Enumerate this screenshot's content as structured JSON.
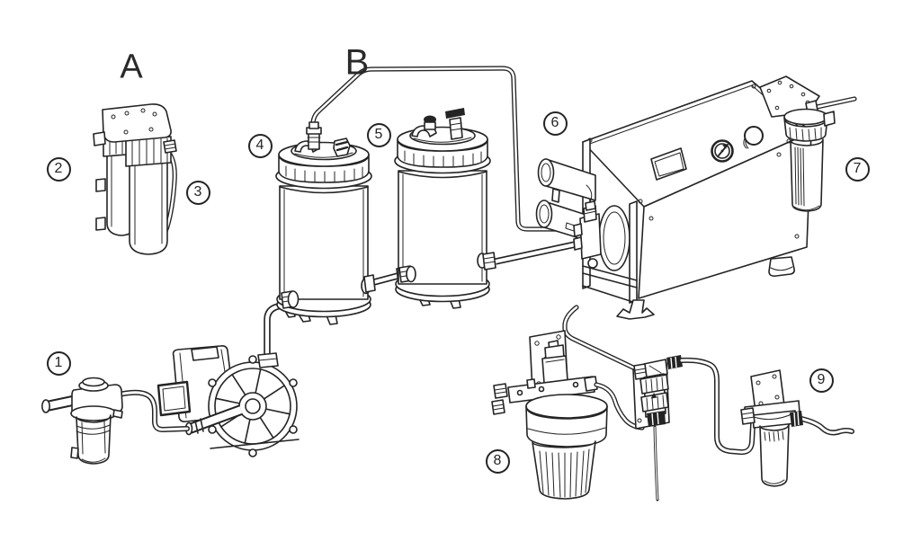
{
  "figure": {
    "background_color": "#ffffff",
    "line_color": "#242424"
  },
  "labels": {
    "sections": [
      {
        "text": "A"
      },
      {
        "text": "B"
      }
    ],
    "callouts": [
      {
        "number": "1"
      },
      {
        "number": "2"
      },
      {
        "number": "3"
      },
      {
        "number": "4"
      },
      {
        "number": "5"
      },
      {
        "number": "6"
      },
      {
        "number": "7"
      },
      {
        "number": "8"
      },
      {
        "number": "9"
      }
    ]
  }
}
